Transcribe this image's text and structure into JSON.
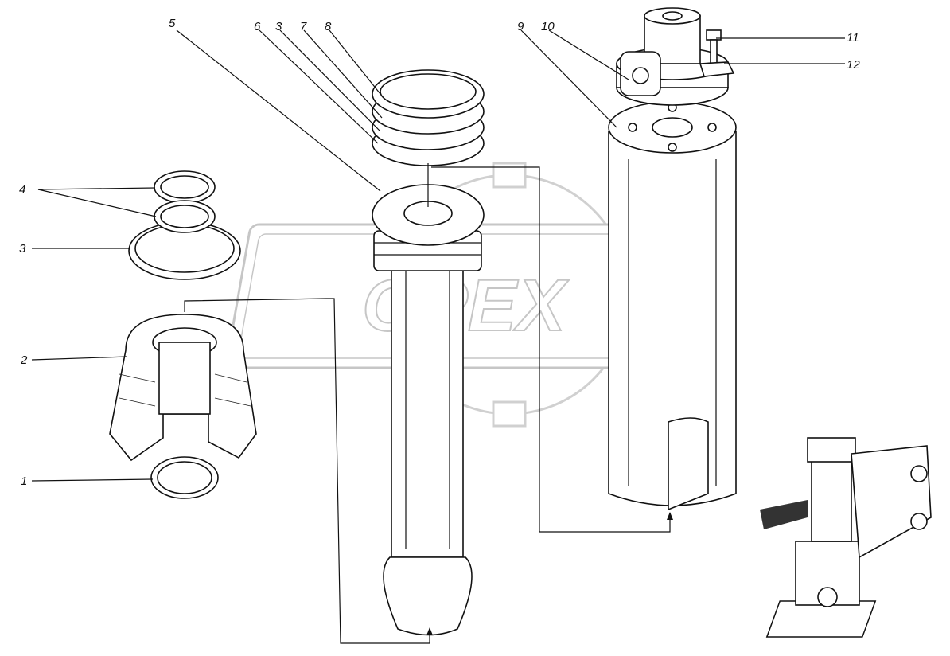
{
  "watermark": "ОРЕХ",
  "callouts": [
    {
      "id": "c5",
      "text": "5"
    },
    {
      "id": "c6",
      "text": "6"
    },
    {
      "id": "c3a",
      "text": "3"
    },
    {
      "id": "c7",
      "text": "7"
    },
    {
      "id": "c8",
      "text": "8"
    },
    {
      "id": "c9",
      "text": "9"
    },
    {
      "id": "c10",
      "text": "10"
    },
    {
      "id": "c11",
      "text": "11"
    },
    {
      "id": "c12",
      "text": "12"
    },
    {
      "id": "c4",
      "text": "4"
    },
    {
      "id": "c3b",
      "text": "3"
    },
    {
      "id": "c2",
      "text": "2"
    },
    {
      "id": "c1",
      "text": "1"
    }
  ]
}
